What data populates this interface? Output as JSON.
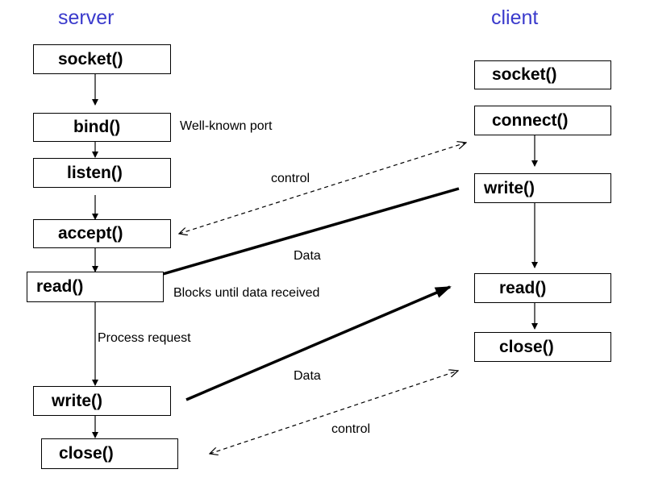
{
  "titles": {
    "server": "server",
    "client": "client"
  },
  "server": {
    "socket": "socket()",
    "bind": "bind()",
    "listen": "listen()",
    "accept": "accept()",
    "read": "read()",
    "write": "write()",
    "close": "close()"
  },
  "client": {
    "socket": "socket()",
    "connect": "connect()",
    "write": "write()",
    "read": "read()",
    "close": "close()"
  },
  "notes": {
    "well_known_port": "Well-known port",
    "blocks_until": "Blocks until data received",
    "process_request": "Process request",
    "control_top": "control",
    "data_top": "Data",
    "data_bottom": "Data",
    "control_bottom": "control"
  }
}
